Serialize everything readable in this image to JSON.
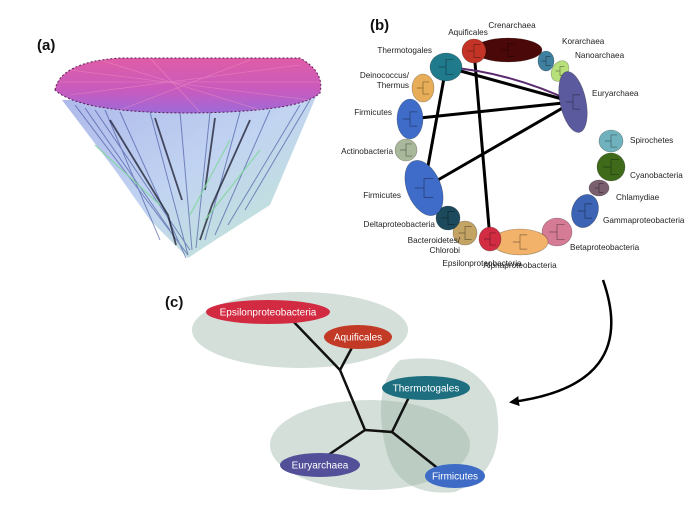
{
  "panels": {
    "a": {
      "label": "(a)"
    },
    "b": {
      "label": "(b)",
      "groups": [
        {
          "id": "crenarchaea",
          "label": [
            "Crenarchaea"
          ],
          "color": "#4a0808"
        },
        {
          "id": "korarchaea",
          "label": [
            "Korarchaea"
          ],
          "color": "#3f7fa0"
        },
        {
          "id": "nanoarchaea",
          "label": [
            "Nanoarchaea"
          ],
          "color": "#b7e07a"
        },
        {
          "id": "euryarchaea",
          "label": [
            "Euryarchaea"
          ],
          "color": "#5c5a9e"
        },
        {
          "id": "spirochetes",
          "label": [
            "Spirochetes"
          ],
          "color": "#6fb2bd"
        },
        {
          "id": "cyanobacteria",
          "label": [
            "Cyanobacteria"
          ],
          "color": "#3f6a1a"
        },
        {
          "id": "chlamydiae",
          "label": [
            "Chlamydiae"
          ],
          "color": "#7a5f6e"
        },
        {
          "id": "gammaproteobacteria",
          "label": [
            "Gammaproteobacteria"
          ],
          "color": "#3c63b4"
        },
        {
          "id": "betaproteobacteria",
          "label": [
            "Betaproteobacteria"
          ],
          "color": "#d57b96"
        },
        {
          "id": "alphaproteobacteria",
          "label": [
            "Alphaproteobacteria"
          ],
          "color": "#f2b26a"
        },
        {
          "id": "epsilonproteobacteria",
          "label": [
            "Epsilonproteobacteria"
          ],
          "color": "#d22c43"
        },
        {
          "id": "bacteroidetes-chlorobi",
          "label": [
            "Bacteroidetes/",
            "Chlorobi"
          ],
          "color": "#c4a465"
        },
        {
          "id": "deltaproteobacteria",
          "label": [
            "Deltaproteobacteria"
          ],
          "color": "#1c4a5c"
        },
        {
          "id": "firmicutes-lower",
          "label": [
            "Firmicutes"
          ],
          "color": "#3f6cc8"
        },
        {
          "id": "actinobacteria",
          "label": [
            "Actinobacteria"
          ],
          "color": "#a9b79a"
        },
        {
          "id": "firmicutes-upper",
          "label": [
            "Firmicutes"
          ],
          "color": "#3f6cc8"
        },
        {
          "id": "deinococcus-thermus",
          "label": [
            "Deinococcus/",
            "Thermus"
          ],
          "color": "#e8ad58"
        },
        {
          "id": "thermotogales",
          "label": [
            "Thermotogales"
          ],
          "color": "#1f7a8c"
        },
        {
          "id": "aquificales",
          "label": [
            "Aquificales"
          ],
          "color": "#c43426"
        }
      ],
      "connections": [
        {
          "from": "thermotogales",
          "to": "euryarchaea"
        },
        {
          "from": "thermotogales",
          "to": "firmicutes-lower"
        },
        {
          "from": "aquificales",
          "to": "epsilonproteobacteria"
        },
        {
          "from": "firmicutes-upper",
          "to": "euryarchaea"
        },
        {
          "from": "firmicutes-lower",
          "to": "euryarchaea"
        }
      ]
    },
    "c": {
      "label": "(c)",
      "nodes": [
        {
          "id": "epsilon",
          "label": "Epsilonproteobacteria",
          "color": "#d22a41"
        },
        {
          "id": "aquificales",
          "label": "Aquificales",
          "color": "#c23a26"
        },
        {
          "id": "thermotogales",
          "label": "Thermotogales",
          "color": "#1d6f80"
        },
        {
          "id": "euryarchaea",
          "label": "Euryarchaea",
          "color": "#535099"
        },
        {
          "id": "firmicutes",
          "label": "Firmicutes",
          "color": "#3d6bc6"
        }
      ]
    }
  }
}
